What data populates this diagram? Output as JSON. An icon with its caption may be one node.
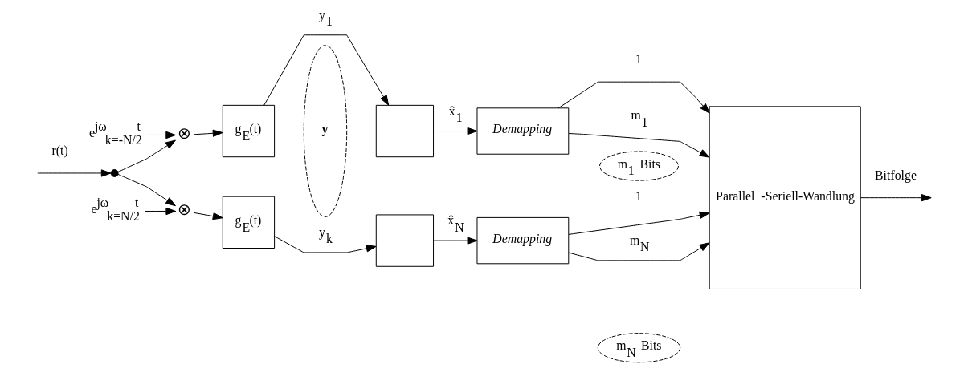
{
  "diagram": {
    "nodes": [
      {
        "text": [],
        "shape": "circle"
      },
      {
        "text": [
          "⊗"
        ]
      },
      {
        "text": [
          "⊗"
        ]
      },
      {
        "text": [
          "e$^{jω}$$_{k=-N/2}$$^{t}$"
        ]
      },
      {
        "text": [
          "e$^{jω}$$_{k=N/2}$$^{t}$"
        ]
      },
      {
        "text": [
          "g$_{E}$(t)"
        ]
      },
      {
        "text": [
          "g$_{E}$(t)"
        ]
      },
      {
        "text": [],
        "shape": "box"
      },
      {
        "text": [],
        "shape": "box"
      },
      {
        "text": [
          "Demapping"
        ]
      },
      {
        "text": [
          "Demapping"
        ]
      },
      {
        "text": [
          "Parallel -Seriell-Wandlung"
        ]
      },
      {
        "text": [
          "y"
        ]
      },
      {
        "text": [
          "m$_{1}$ Bits"
        ]
      },
      {
        "text": [
          "m$_{N}$ Bits"
        ]
      }
    ],
    "edges": [
      {
        "from": null,
        "to": 0,
        "arrow": "to",
        "label": "r(t)"
      },
      {
        "from": 0,
        "to": 1,
        "arrow": "to"
      },
      {
        "from": 0,
        "to": 2,
        "arrow": "to"
      },
      {
        "from": 3,
        "to": 1,
        "arrow": "to"
      },
      {
        "from": 4,
        "to": 2,
        "arrow": "to"
      },
      {
        "from": 1,
        "to": 5,
        "arrow": "to"
      },
      {
        "from": 2,
        "to": 6,
        "arrow": "to"
      },
      {
        "from": 5,
        "to": 7,
        "arrow": "to",
        "label": "y$_{1}$"
      },
      {
        "from": 6,
        "to": 8,
        "arrow": "to",
        "label": "y$_{k}$"
      },
      {
        "from": 7,
        "to": 9,
        "arrow": "to",
        "label": "x̂$_{1}$"
      },
      {
        "from": 8,
        "to": 10,
        "arrow": "to",
        "label": "x̂$_{N}$"
      },
      {
        "from": 9,
        "to": 11,
        "arrow": "to",
        "label": "1"
      },
      {
        "from": 9,
        "to": 11,
        "arrow": "to",
        "label": "m$_{1}$"
      },
      {
        "from": 10,
        "to": 11,
        "arrow": "to",
        "label": "1"
      },
      {
        "from": 10,
        "to": 11,
        "arrow": "to",
        "label": "m$_{N}$"
      },
      {
        "from": 11,
        "to": null,
        "arrow": "to",
        "label": "Bitfolge"
      }
    ]
  }
}
